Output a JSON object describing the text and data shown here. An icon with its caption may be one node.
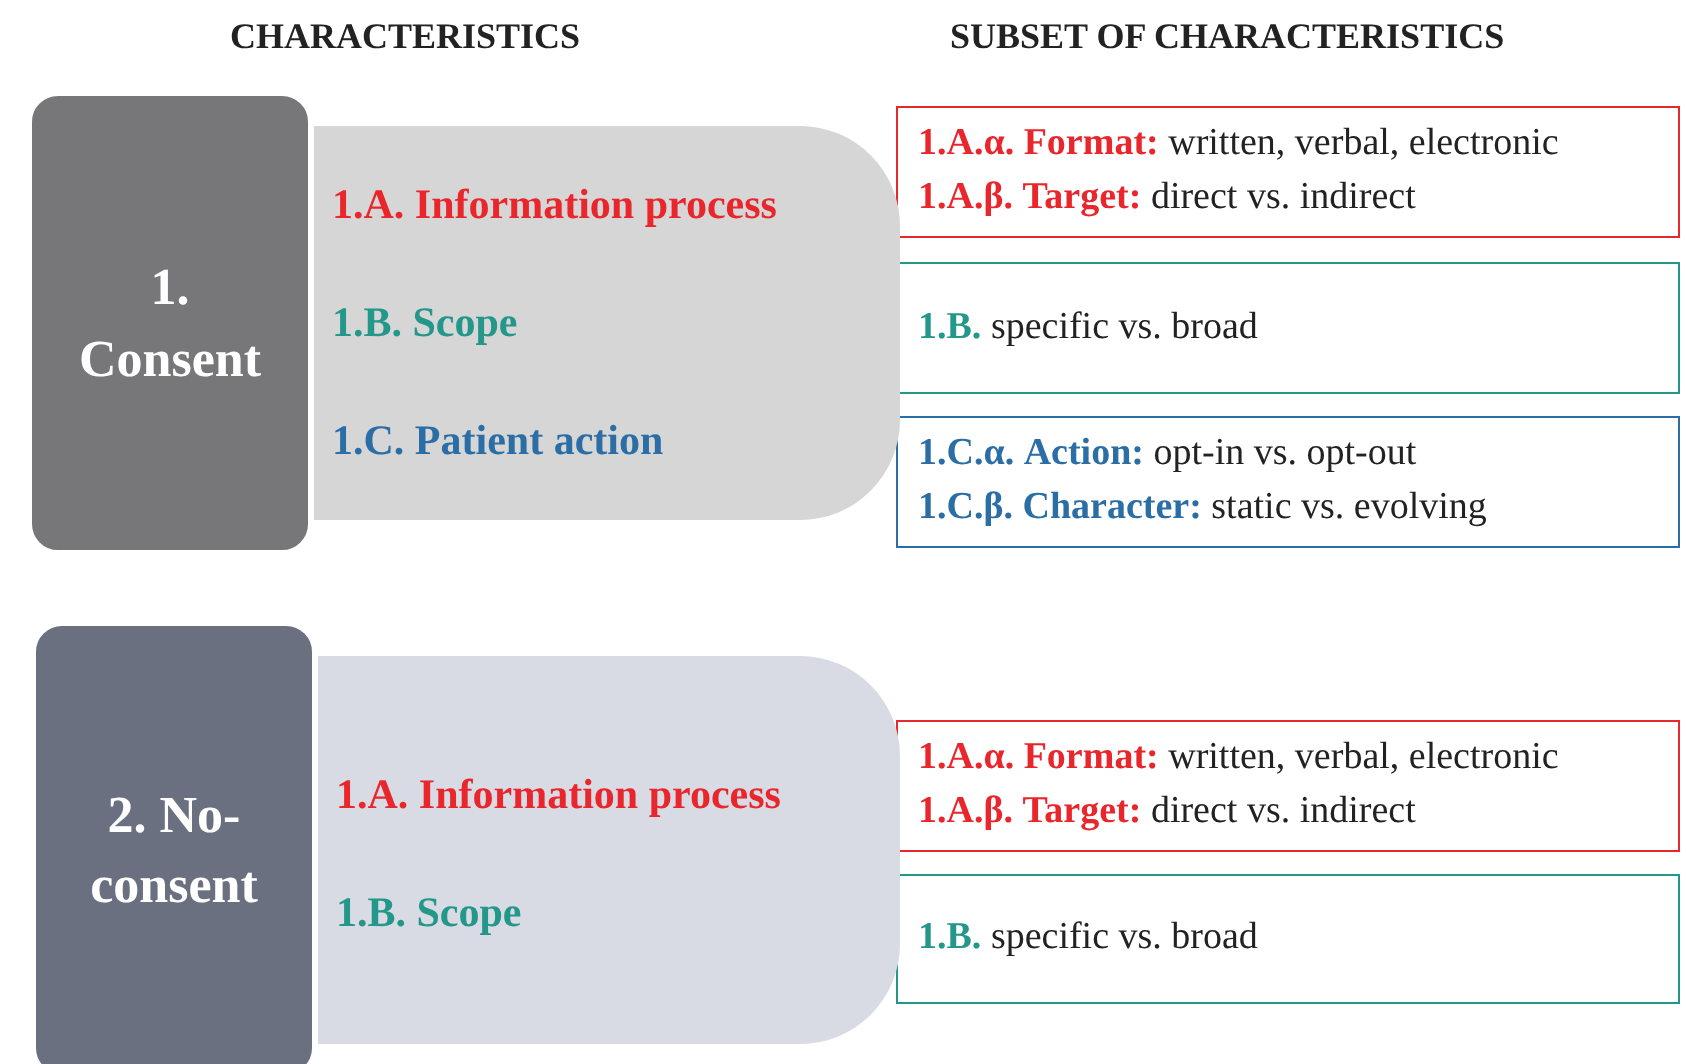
{
  "diagram": {
    "nodes": [
      {
        "text": [
          "1. Consent"
        ]
      },
      {
        "text": [
          "1.A. Information process",
          "1.B. Scope",
          "1.C. Patient action"
        ]
      },
      {
        "text": [
          "**1.A.α. Format:** written, verbal, electronic",
          "**1.A.β. Target:** direct vs. indirect"
        ]
      },
      {
        "text": [
          "**1.B.** specific vs. broad"
        ]
      },
      {
        "text": [
          "**1.C.α. Action:** opt-in vs. opt-out",
          "**1.C.β. Character:** static vs. evolving"
        ]
      },
      {
        "text": [
          "2. No-consent"
        ]
      },
      {
        "text": [
          "1.A. Information process",
          "1.B. Scope"
        ]
      },
      {
        "text": [
          "**1.A.α. Format:** written, verbal, electronic",
          "**1.A.β. Target:** direct vs. indirect"
        ]
      },
      {
        "text": [
          "**1.B.** specific vs. broad"
        ]
      }
    ],
    "labels": [
      "CHARACTERISTICS",
      "SUBSET OF CHARACTERISTICS"
    ]
  }
}
